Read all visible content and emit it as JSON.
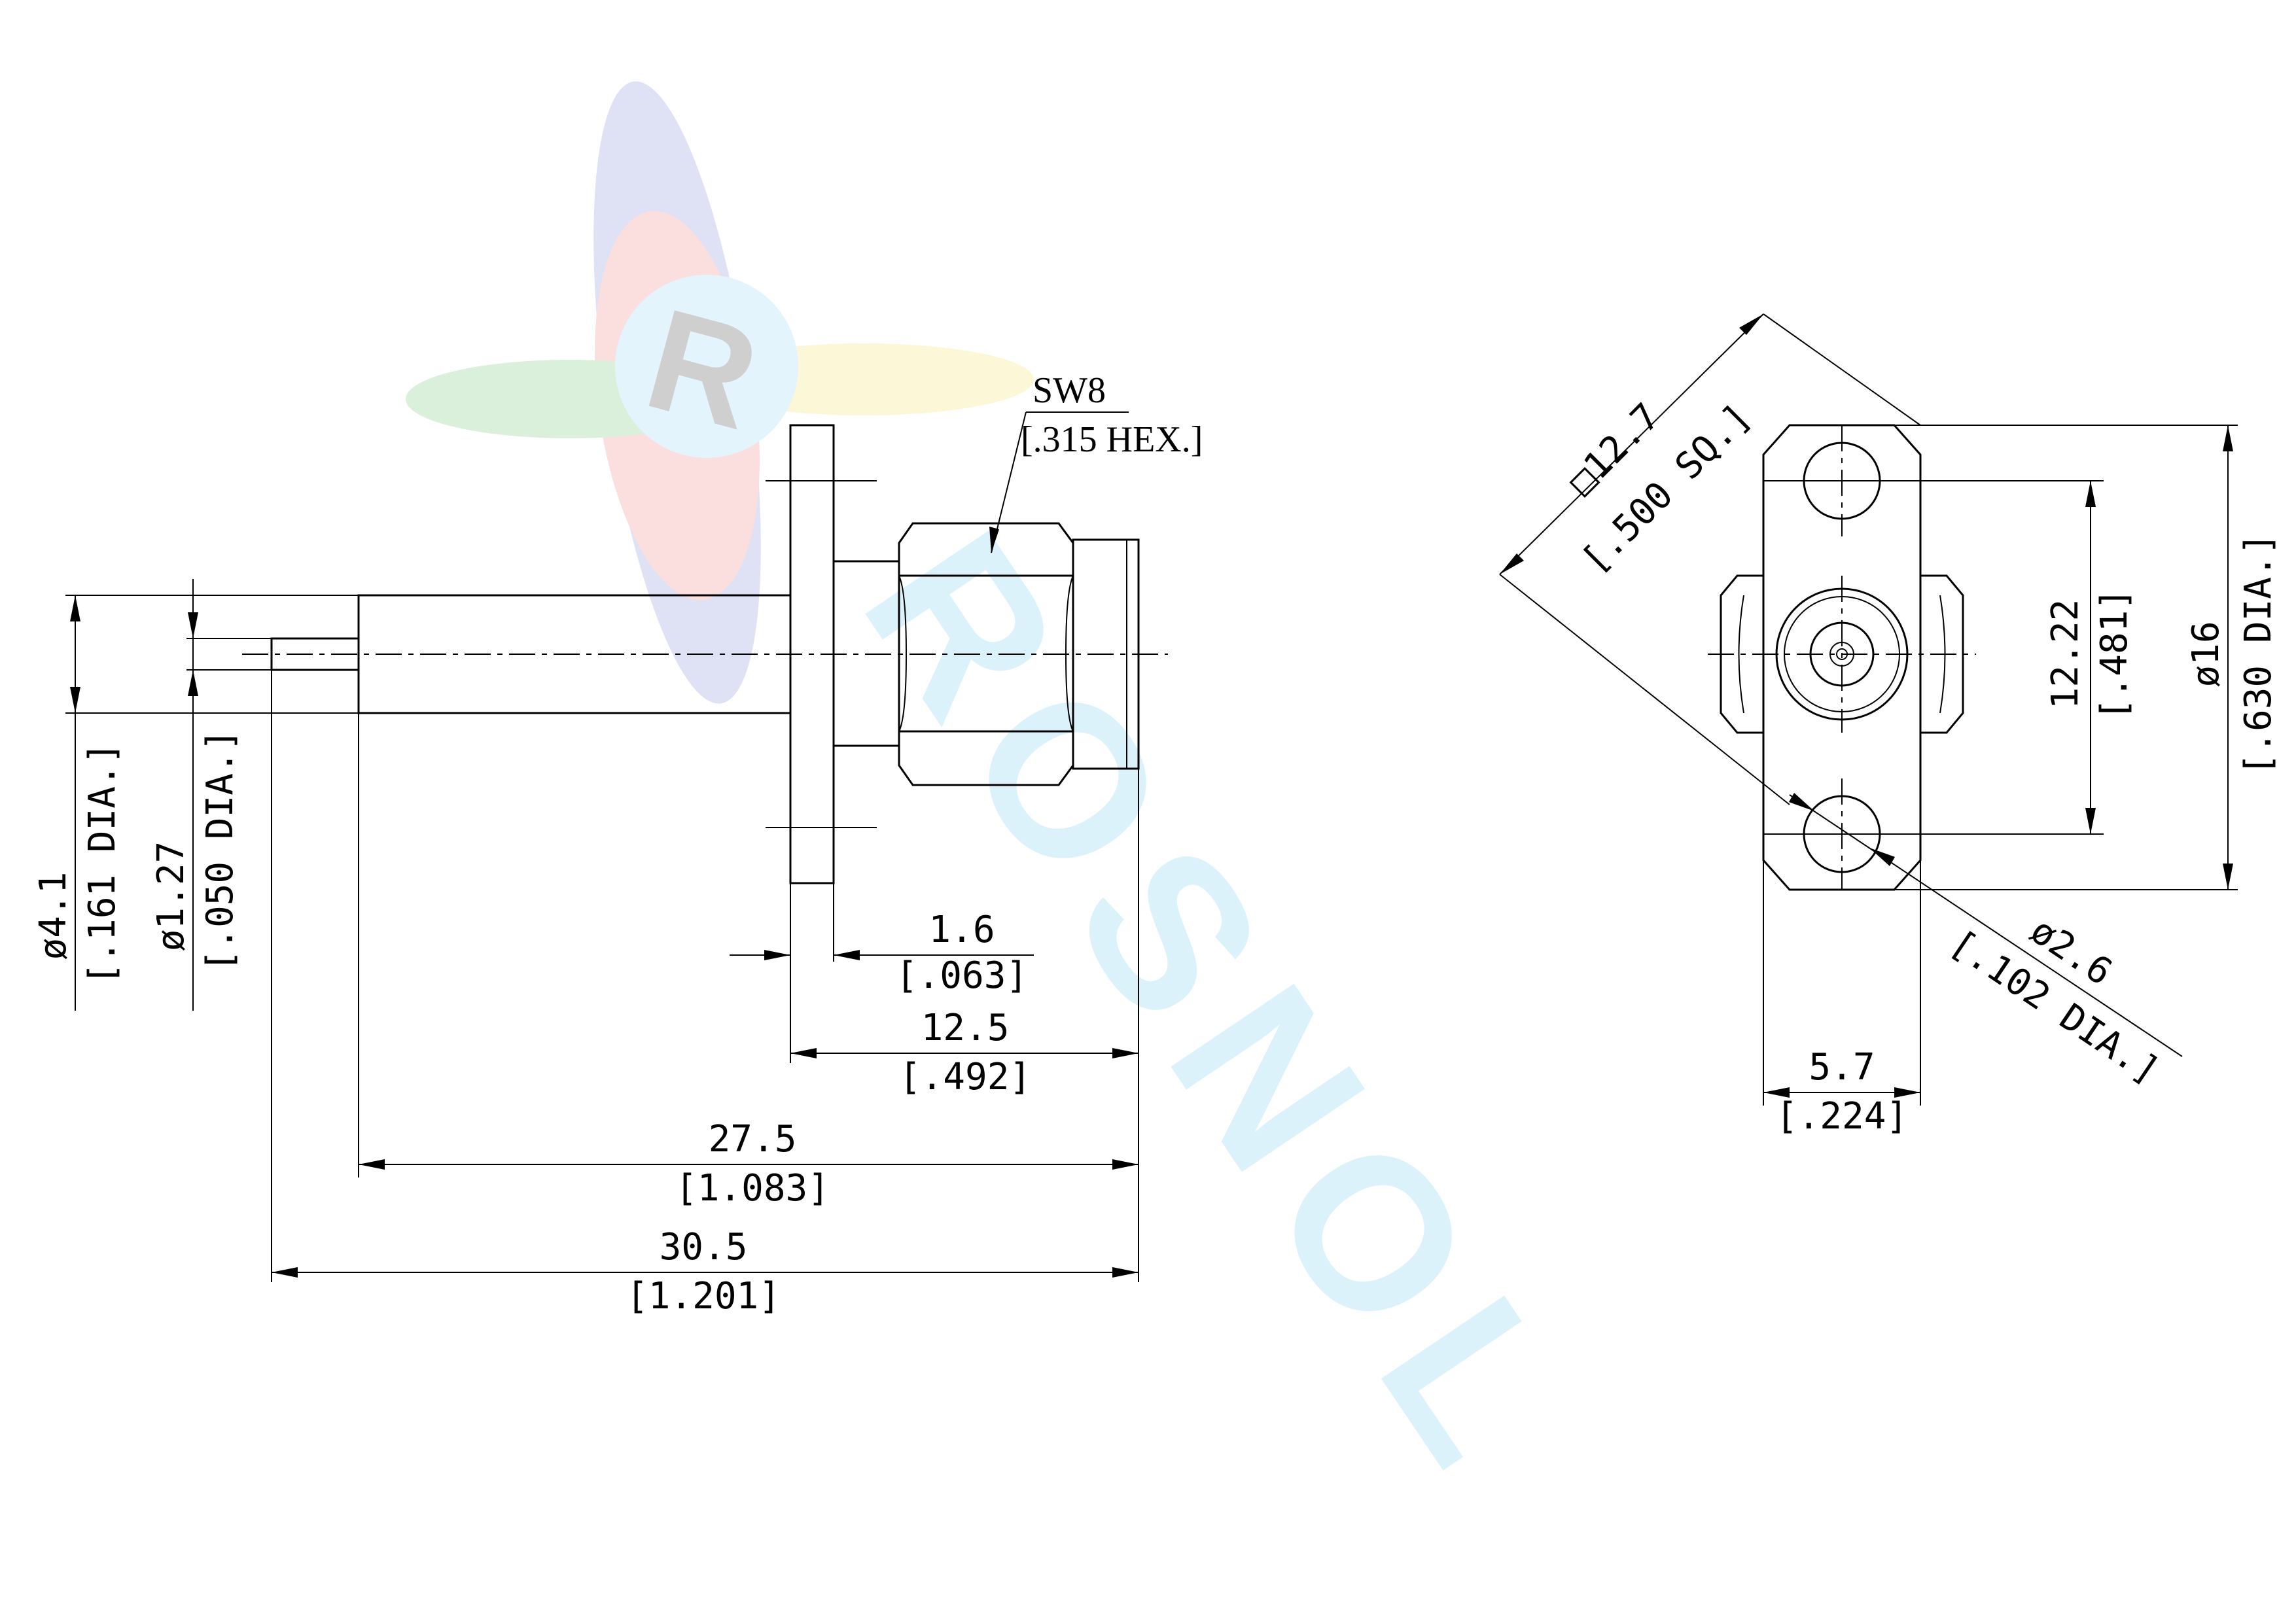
{
  "side_view": {
    "hex_size": "SW8",
    "hex_size_in": "[.315 HEX.]",
    "body_dia": "ø4.1",
    "body_dia_in": "[.161 DIA.]",
    "pin_dia": "ø1.27",
    "pin_dia_in": "[.050 DIA.]",
    "flange_thk": "1.6",
    "flange_thk_in": "[.063]",
    "front_len": "12.5",
    "front_len_in": "[.492]",
    "body_len": "27.5",
    "body_len_in": "[1.083]",
    "total_len": "30.5",
    "total_len_in": "[1.201]"
  },
  "front_view": {
    "flange_sq": "□12.7",
    "flange_sq_in": "[.500 SQ.]",
    "hole_spacing": "12.22",
    "hole_spacing_in": "[.481]",
    "flange_dia": "ø16",
    "flange_dia_in": "[.630 DIA.]",
    "hole_dia": "ø2.6",
    "hole_dia_in": "[.102 DIA.]",
    "flange_width": "5.7",
    "flange_width_in": "[.224]"
  },
  "watermark": {
    "logo_letter": "R",
    "brand": "ROSNOL",
    "colors": [
      "#8a96d8",
      "#f08a8a",
      "#7ec87e",
      "#f0e070",
      "#7fd0f0"
    ]
  }
}
